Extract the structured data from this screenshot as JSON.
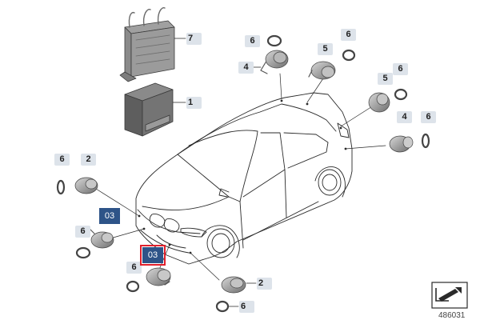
{
  "callouts": {
    "c7": "7",
    "c1": "1",
    "c6_top_a": "6",
    "c4_top": "4",
    "c5_top": "5",
    "c6_top_b": "6",
    "c5_right": "5",
    "c6_right_a": "6",
    "c4_right": "4",
    "c6_right_b": "6",
    "c6_left_a": "6",
    "c2_left": "2",
    "c6_left_b": "6",
    "c6_bottom_a": "6",
    "c2_bottom": "2",
    "c6_bottom_b": "6"
  },
  "reference_boxes": {
    "ref_left": "03",
    "ref_selected": "03"
  },
  "diagram_id": "486031",
  "colors": {
    "callout_bg": "#dde3ea",
    "ref_box_bg": "#2e5488",
    "selected_outline": "#e0202c"
  }
}
